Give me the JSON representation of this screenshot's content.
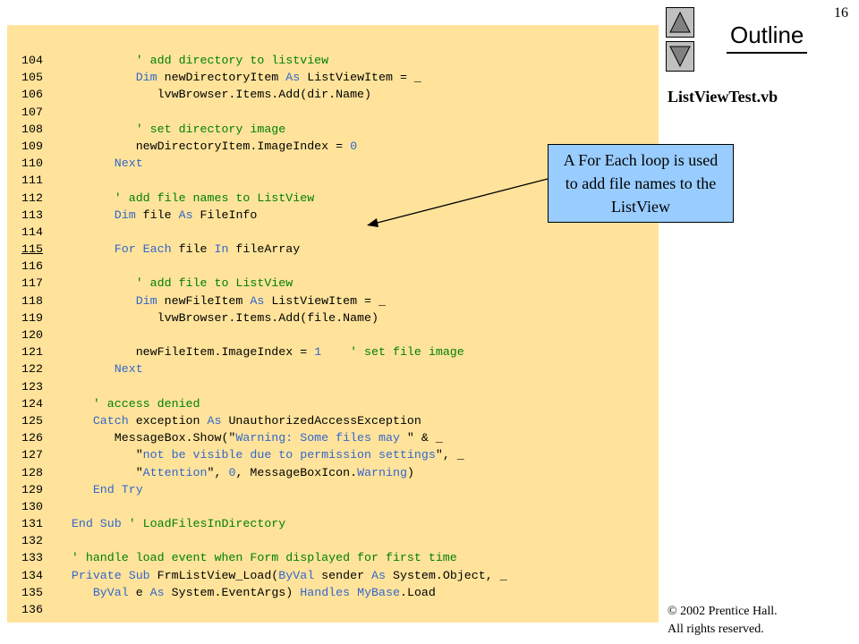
{
  "page_number": "16",
  "outline_title": "Outline",
  "file_name": "ListViewTest.vb",
  "callout_text": "A For Each loop is used to add file names to the ListView",
  "copyright_line1": "© 2002 Prentice Hall.",
  "copyright_line2": "All rights reserved.",
  "nav": {
    "up_icon": "triangle-up-icon",
    "down_icon": "triangle-down-icon"
  },
  "colors": {
    "code_background": "#ffe39b",
    "keyword": "#3366cc",
    "comment": "#008000",
    "callout_background": "#99ccff"
  },
  "code_lines": [
    {
      "number": "104",
      "indent": 10,
      "tokens": [
        {
          "t": "' add directory to listview",
          "c": "cm"
        }
      ]
    },
    {
      "number": "105",
      "indent": 10,
      "tokens": [
        {
          "t": "Dim",
          "c": "kw"
        },
        {
          "t": " newDirectoryItem ",
          "c": "tx"
        },
        {
          "t": "As",
          "c": "kw"
        },
        {
          "t": " ListViewItem = _",
          "c": "tx"
        }
      ]
    },
    {
      "number": "106",
      "indent": 13,
      "tokens": [
        {
          "t": "lvwBrowser.Items.Add(dir.Name)",
          "c": "tx"
        }
      ]
    },
    {
      "number": "107",
      "indent": 0,
      "tokens": []
    },
    {
      "number": "108",
      "indent": 10,
      "tokens": [
        {
          "t": "' set directory image",
          "c": "cm"
        }
      ]
    },
    {
      "number": "109",
      "indent": 10,
      "tokens": [
        {
          "t": "newDirectoryItem.ImageIndex = ",
          "c": "tx"
        },
        {
          "t": "0",
          "c": "nm"
        }
      ]
    },
    {
      "number": "110",
      "indent": 7,
      "tokens": [
        {
          "t": "Next",
          "c": "kw"
        }
      ]
    },
    {
      "number": "111",
      "indent": 0,
      "tokens": []
    },
    {
      "number": "112",
      "indent": 7,
      "tokens": [
        {
          "t": "' add file names to ListView",
          "c": "cm"
        }
      ]
    },
    {
      "number": "113",
      "indent": 7,
      "tokens": [
        {
          "t": "Dim",
          "c": "kw"
        },
        {
          "t": " file ",
          "c": "tx"
        },
        {
          "t": "As",
          "c": "kw"
        },
        {
          "t": " FileInfo",
          "c": "tx"
        }
      ]
    },
    {
      "number": "114",
      "indent": 0,
      "tokens": []
    },
    {
      "number": "115",
      "indent": 7,
      "underline": true,
      "tokens": [
        {
          "t": "For Each",
          "c": "kw"
        },
        {
          "t": " file ",
          "c": "tx"
        },
        {
          "t": "In",
          "c": "kw"
        },
        {
          "t": " fileArray",
          "c": "tx"
        }
      ]
    },
    {
      "number": "116",
      "indent": 0,
      "tokens": []
    },
    {
      "number": "117",
      "indent": 10,
      "tokens": [
        {
          "t": "' add file to ListView",
          "c": "cm"
        }
      ]
    },
    {
      "number": "118",
      "indent": 10,
      "tokens": [
        {
          "t": "Dim",
          "c": "kw"
        },
        {
          "t": " newFileItem ",
          "c": "tx"
        },
        {
          "t": "As",
          "c": "kw"
        },
        {
          "t": " ListViewItem = _",
          "c": "tx"
        }
      ]
    },
    {
      "number": "119",
      "indent": 13,
      "tokens": [
        {
          "t": "lvwBrowser.Items.Add(file.Name)",
          "c": "tx"
        }
      ]
    },
    {
      "number": "120",
      "indent": 0,
      "tokens": []
    },
    {
      "number": "121",
      "indent": 10,
      "tokens": [
        {
          "t": "newFileItem.ImageIndex = ",
          "c": "tx"
        },
        {
          "t": "1",
          "c": "nm"
        },
        {
          "t": "    ",
          "c": "tx"
        },
        {
          "t": "' set file image",
          "c": "cm"
        }
      ]
    },
    {
      "number": "122",
      "indent": 7,
      "tokens": [
        {
          "t": "Next",
          "c": "kw"
        }
      ]
    },
    {
      "number": "123",
      "indent": 0,
      "tokens": []
    },
    {
      "number": "124",
      "indent": 4,
      "tokens": [
        {
          "t": "' access denied",
          "c": "cm"
        }
      ]
    },
    {
      "number": "125",
      "indent": 4,
      "tokens": [
        {
          "t": "Catch",
          "c": "kw"
        },
        {
          "t": " exception ",
          "c": "tx"
        },
        {
          "t": "As",
          "c": "kw"
        },
        {
          "t": " UnauthorizedAccessException",
          "c": "tx"
        }
      ]
    },
    {
      "number": "126",
      "indent": 7,
      "tokens": [
        {
          "t": "MessageBox.Show(\"",
          "c": "tx"
        },
        {
          "t": "Warning: Some files may ",
          "c": "st"
        },
        {
          "t": "\" & _",
          "c": "tx"
        }
      ]
    },
    {
      "number": "127",
      "indent": 10,
      "tokens": [
        {
          "t": "\"",
          "c": "tx"
        },
        {
          "t": "not be visible due to permission settings",
          "c": "st"
        },
        {
          "t": "\", _",
          "c": "tx"
        }
      ]
    },
    {
      "number": "128",
      "indent": 10,
      "tokens": [
        {
          "t": "\"",
          "c": "tx"
        },
        {
          "t": "Attention",
          "c": "st"
        },
        {
          "t": "\", ",
          "c": "tx"
        },
        {
          "t": "0",
          "c": "nm"
        },
        {
          "t": ", MessageBoxIcon.",
          "c": "tx"
        },
        {
          "t": "Warning",
          "c": "kw"
        },
        {
          "t": ")",
          "c": "tx"
        }
      ]
    },
    {
      "number": "129",
      "indent": 4,
      "tokens": [
        {
          "t": "End Try",
          "c": "kw"
        }
      ]
    },
    {
      "number": "130",
      "indent": 0,
      "tokens": []
    },
    {
      "number": "131",
      "indent": 1,
      "tokens": [
        {
          "t": "End Sub",
          "c": "kw"
        },
        {
          "t": " ",
          "c": "tx"
        },
        {
          "t": "' LoadFilesInDirectory",
          "c": "cm"
        }
      ]
    },
    {
      "number": "132",
      "indent": 0,
      "tokens": []
    },
    {
      "number": "133",
      "indent": 1,
      "tokens": [
        {
          "t": "' handle load event when Form displayed for first time",
          "c": "cm"
        }
      ]
    },
    {
      "number": "134",
      "indent": 1,
      "tokens": [
        {
          "t": "Private Sub",
          "c": "kw"
        },
        {
          "t": " FrmListView_Load(",
          "c": "tx"
        },
        {
          "t": "ByVal",
          "c": "kw"
        },
        {
          "t": " sender ",
          "c": "tx"
        },
        {
          "t": "As",
          "c": "kw"
        },
        {
          "t": " System.Object, _",
          "c": "tx"
        }
      ]
    },
    {
      "number": "135",
      "indent": 4,
      "tokens": [
        {
          "t": "ByVal",
          "c": "kw"
        },
        {
          "t": " e ",
          "c": "tx"
        },
        {
          "t": "As",
          "c": "kw"
        },
        {
          "t": " System.EventArgs) ",
          "c": "tx"
        },
        {
          "t": "Handles",
          "c": "kw"
        },
        {
          "t": " ",
          "c": "tx"
        },
        {
          "t": "MyBase",
          "c": "kw"
        },
        {
          "t": ".Load",
          "c": "tx"
        }
      ]
    },
    {
      "number": "136",
      "indent": 0,
      "tokens": []
    }
  ]
}
